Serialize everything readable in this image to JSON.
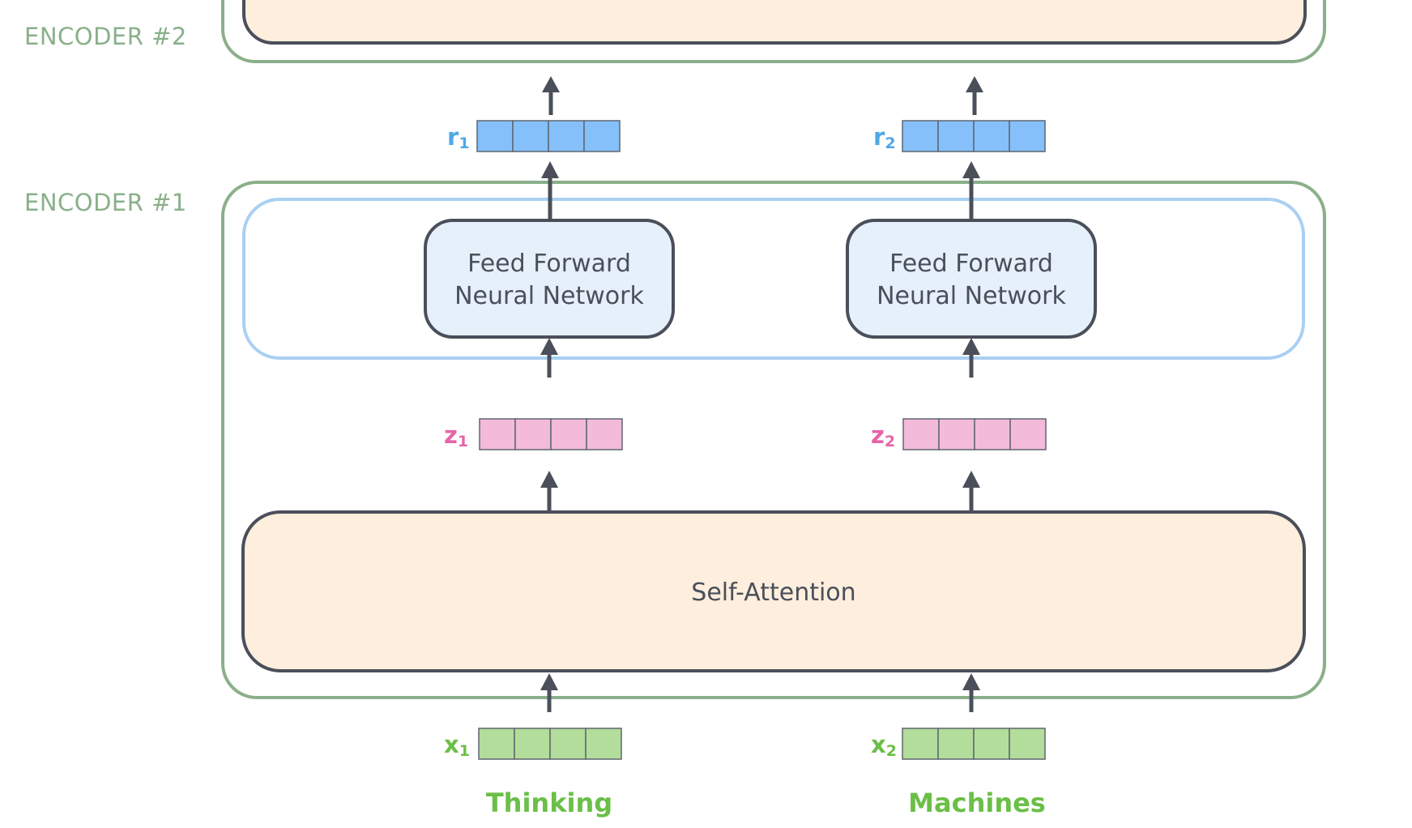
{
  "encoders": [
    {
      "label": "ENCODER #2"
    },
    {
      "label": "ENCODER #1"
    }
  ],
  "self_attention": {
    "label": "Self-Attention"
  },
  "feed_forward": [
    {
      "line1": "Feed Forward",
      "line2": "Neural Network"
    },
    {
      "line1": "Feed Forward",
      "line2": "Neural Network"
    }
  ],
  "columns": [
    {
      "word": "Thinking",
      "x": {
        "base": "x",
        "sub": "1"
      },
      "z": {
        "base": "z",
        "sub": "1"
      },
      "r": {
        "base": "r",
        "sub": "1"
      }
    },
    {
      "word": "Machines",
      "x": {
        "base": "x",
        "sub": "2"
      },
      "z": {
        "base": "z",
        "sub": "2"
      },
      "r": {
        "base": "r",
        "sub": "2"
      }
    }
  ],
  "vector_cells": 4,
  "colors": {
    "encoder_border": "#8ab08a",
    "ffn_group_border": "#a9d0f2",
    "box_border": "#4a4f5a",
    "attention_fill": "#fdeedd",
    "ffn_fill": "#e6f0fb",
    "x_vector": "#b2dd9b",
    "z_vector": "#f4bad9",
    "r_vector": "#85c0fa",
    "x_label": "#6bbf47",
    "z_label": "#e565a8",
    "r_label": "#4fa8e6",
    "arrow": "#4a4f5a"
  }
}
